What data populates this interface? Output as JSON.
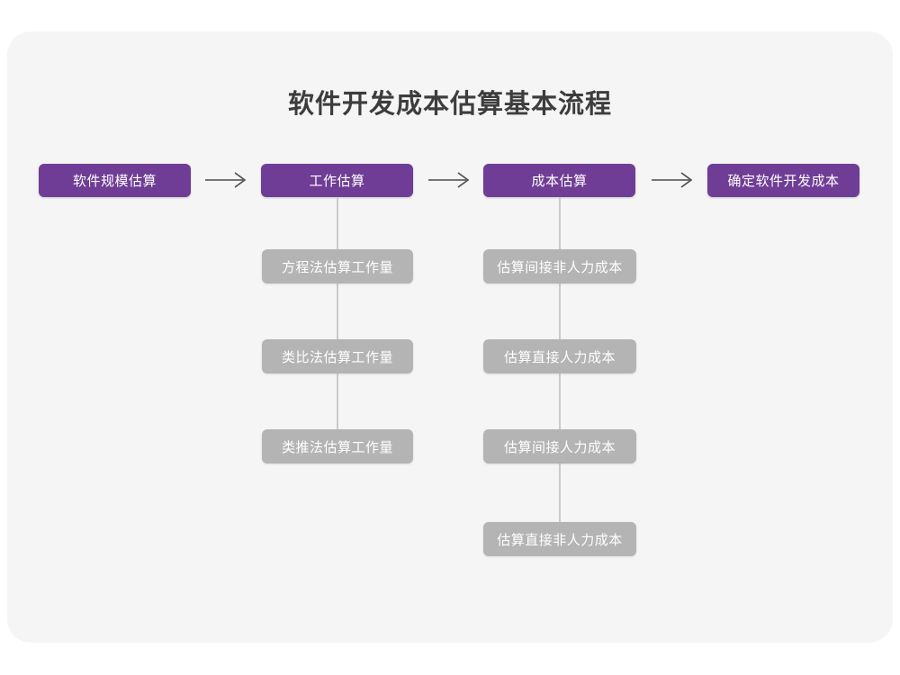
{
  "diagram": {
    "title": "软件开发成本估算基本流程",
    "colors": {
      "page_background": "#ffffff",
      "card_background": "#f5f5f5",
      "primary_node": "#6f3d96",
      "secondary_node": "#b4b4b4",
      "connector_line": "#cbcbcb",
      "arrow": "#4a4a4a",
      "title_text": "#3d3d3d",
      "node_text": "#ffffff"
    },
    "stages": [
      {
        "id": "stage-1",
        "label": "软件规模估算"
      },
      {
        "id": "stage-2",
        "label": "工作估算"
      },
      {
        "id": "stage-3",
        "label": "成本估算"
      },
      {
        "id": "stage-4",
        "label": "确定软件开发成本"
      }
    ],
    "arrows": [
      {
        "id": "arrow-1",
        "glyph": "long-right-arrow-icon"
      },
      {
        "id": "arrow-2",
        "glyph": "long-right-arrow-icon"
      },
      {
        "id": "arrow-3",
        "glyph": "long-right-arrow-icon"
      }
    ],
    "branches": [
      {
        "id": "branch-work-estimation",
        "parent": "stage-2",
        "items": [
          {
            "id": "work-1",
            "label": "方程法估算工作量"
          },
          {
            "id": "work-2",
            "label": "类比法估算工作量"
          },
          {
            "id": "work-3",
            "label": "类推法估算工作量"
          }
        ]
      },
      {
        "id": "branch-cost-estimation",
        "parent": "stage-3",
        "items": [
          {
            "id": "cost-1",
            "label": "估算间接非人力成本"
          },
          {
            "id": "cost-2",
            "label": "估算直接人力成本"
          },
          {
            "id": "cost-3",
            "label": "估算间接人力成本"
          },
          {
            "id": "cost-4",
            "label": "估算直接非人力成本"
          }
        ]
      }
    ]
  }
}
